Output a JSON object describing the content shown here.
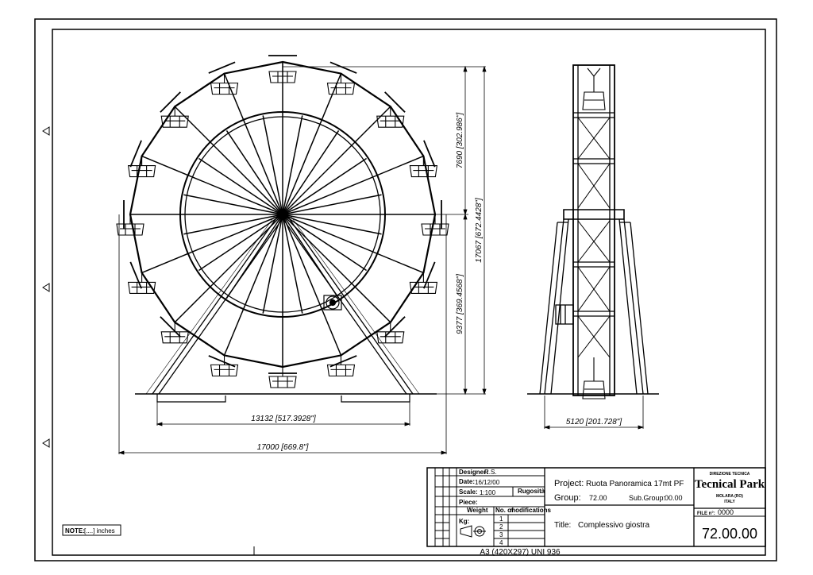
{
  "dimensions": {
    "front_base": "13132 [517.3928\"]",
    "front_width": "17000 [669.8\"]",
    "upper_height": "7690 [302.986\"]",
    "lower_height": "9377 [369.4568\"]",
    "total_height": "17067 [672.4428\"]",
    "side_base": "5120 [201.728\"]"
  },
  "note": {
    "label": "NOTE:",
    "value": "[....] inches"
  },
  "title_block": {
    "designer_label": "Designer:",
    "designer": "R.S.",
    "date_label": "Date:",
    "date": "16/12/00",
    "scale_label": "Scale:",
    "scale": "1:100",
    "rugosita_label": "Rugosità",
    "piece_label": "Piece:",
    "weight_label": "Weight",
    "kg_label": "Kg:",
    "mod_no_label": "No. of",
    "mod_label": "modifications",
    "mod_rows": [
      "1",
      "2",
      "3",
      "4"
    ],
    "project_label": "Project:",
    "project": "Ruota Panoramica 17mt PF",
    "group_label": "Group:",
    "group": "72.00",
    "subgroup_label": "Sub.Group:",
    "subgroup": "00.00",
    "title_label": "Title:",
    "title": "Complessivo giostra",
    "company_top": "DIREZIONE TECNICA",
    "company": "Tecnical Park",
    "company_city": "MOLARA (RO)",
    "company_country": "ITALY",
    "file_label": "FILE n°:",
    "file": "0000",
    "drawing_number": "72.00.00",
    "sheet_format": "A3 (420X297) UNI 936"
  }
}
